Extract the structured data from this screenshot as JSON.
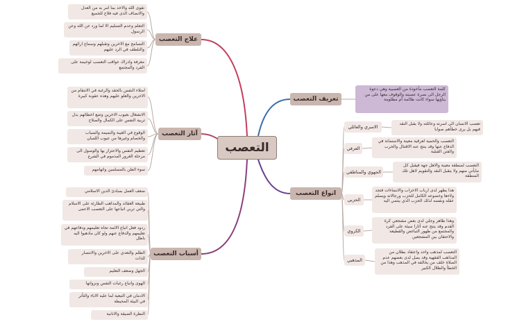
{
  "center": "التعصب",
  "branches": {
    "treatment": {
      "label": "علاج التعصب",
      "items": [
        "تقوى الله والاخذ بما امر به من العدل والانصاف الذى فيه فلاح للجميع",
        "التعلم وعدم التسليم الا لما ورد عن الله وعن الرسول",
        "التسامح مع الاخرين وتقبلهم وسماع ارائهم والتلطف في الرد عليهم",
        "معرفة وادراك عواقب التعصب لوخيمة على الفرد والمجتمع"
      ]
    },
    "effects": {
      "label": "آثار التعصب",
      "items": [
        "امتلاء النفس بالحقد والرغبة في الانتقام من الاخرين والعلو عليهم وهذه عقوبة كبيرة",
        "الانشغال بعيوب الاخرين وتتبع اخطائهم بدل تربية النفس على الكمال والصلاح",
        "الوقوع في الغيبة والنميمة والسباب والخصام وغيرها من عيوب اللسان",
        "تعظيم النفس والاعتزاز بها والوصول الى مرحلة الغرور المذموم في الشرع",
        "سوء الظن بالمسلمين واتهامهم"
      ]
    },
    "causes": {
      "label": "أسباب التعصب",
      "items": [
        "ضعف العمل بمبادئ الدين الاسلامي",
        "طبيعة العقائد والمذاهب الطارئة على الاسلام والتي تربي اتباعها على التعصب الاعمى",
        "ردود فعل اتباع الائمة تجاه تعليمهم ودفاعهم في تعليمهم والدفاع عنهم ولو كان ماذهبوا اليه باطل",
        "الظلم والتعدي على الاخرين والانتصار للذات",
        "الجهل وضعف التعليم",
        "الهوى واتباع رغبات النفس ونزواتها",
        "الادمان في التبعية لما عليه الاباء والتأثر في البيئة المحيطة",
        "النظرة الضيقة والانانية"
      ]
    },
    "definition": {
      "label": "تعريف التعصب",
      "text": "كلمة التعصب مأخوذة من العصبية وهي دعوة الرجل الى نصرة عصبته والوقوف معها على من يناؤيها سواء كانت ظالمة أم مظلومة"
    },
    "types": {
      "label": "انواع التعصب",
      "items": [
        {
          "name": "الاسري والعائلي",
          "desc": "تعصب الانسان الى اسرته وعائلته ولا يقبل النقد فيهم بل يرى خطأهم صوابا"
        },
        {
          "name": "العرقي",
          "desc": "التعصب والحمية لعرقية معينة والاستماتة في الدفاع عنها وقد ينتج عنه الاقتتال والحرب والفتن القبلية"
        },
        {
          "name": "الجهوي والمناطقي",
          "desc": "التعصب لمنطقة معينة والاهل جهة فيقبل كل مايأتي منهم ولا يتقبل النقد والتقويم لاهل تلك المنطقة"
        },
        {
          "name": "الحزبي",
          "desc": "هذا يظهر لدى ارباب الاحزاب والانتماءات فتجد ولاءها وخضوعه الكامل للحزب ورجالاته ويسلم عقله ونفسه لذلك الحزب الذي ينتمي اليه"
        },
        {
          "name": "الكروي",
          "desc": "وهذا ظاهر وجلي لدى بعض مشجعي كرة القدم وقد ينتج عنه آثارا سيئة على الفرد والمجتمع من ظهور التباغض والقطيعة والاحتقان بين المشجعين"
        },
        {
          "name": "المذهبي",
          "desc": "التعصب لمذهب واحد واعتقاد بطلان من المذاهب الفقهية وقد يصل لدى بعضهم عدم الصلاة خلف من يخالفه في المذهب وهذا من الخطأ والظلال الكبير"
        }
      ]
    }
  },
  "colors": {
    "treatment": "#c33d5c",
    "effects": "#b24a5f",
    "causes": "#8a3e7a",
    "definition": "#3a6ea5",
    "types": "#6a3f8f",
    "leaf_line": "#b8aaa5"
  }
}
